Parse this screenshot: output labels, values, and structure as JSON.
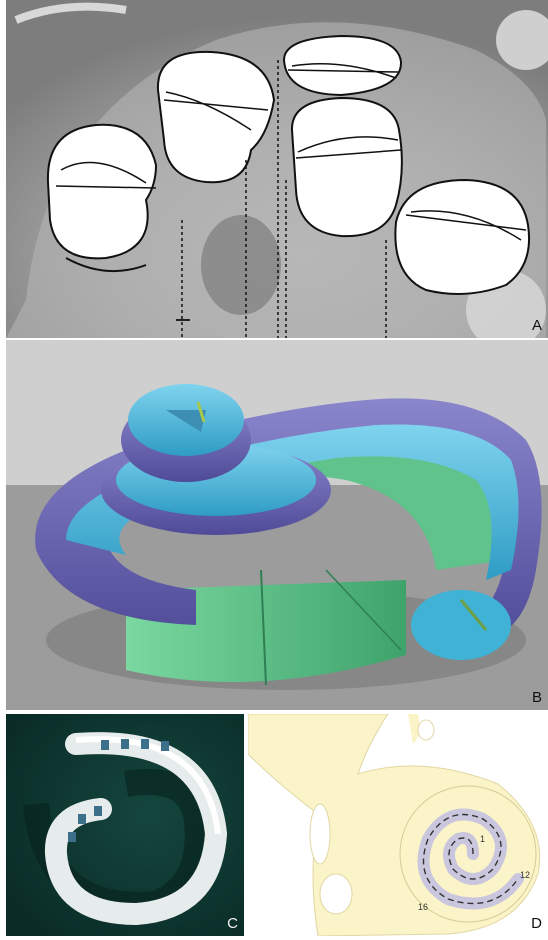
{
  "panels": {
    "a": {
      "letter": "A"
    },
    "b": {
      "letter": "B"
    },
    "c": {
      "letter": "C"
    },
    "d": {
      "letter": "D",
      "turn_labels": [
        "1",
        "12",
        "16"
      ]
    }
  },
  "colors": {
    "histology_gray": "#9a9a9a",
    "model_blue": "#3fb2d6",
    "model_purple": "#6f6bb6",
    "model_green": "#5fc38b",
    "dark_teal_background": "#0f3a34",
    "bone_cream": "#fbf4c8",
    "spiral_lavender": "#c9c6de"
  }
}
